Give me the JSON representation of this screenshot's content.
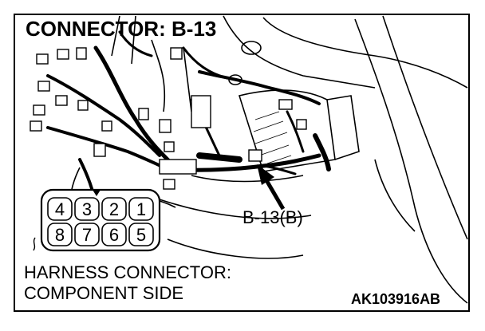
{
  "title": "CONNECTOR: B-13",
  "callout_label": "B-13(B)",
  "connector_view": {
    "caption_line1": "HARNESS CONNECTOR:",
    "caption_line2": "COMPONENT SIDE",
    "pins_top": [
      "4",
      "3",
      "2",
      "1"
    ],
    "pins_bottom": [
      "8",
      "7",
      "6",
      "5"
    ]
  },
  "figure_code": "AK103916AB"
}
